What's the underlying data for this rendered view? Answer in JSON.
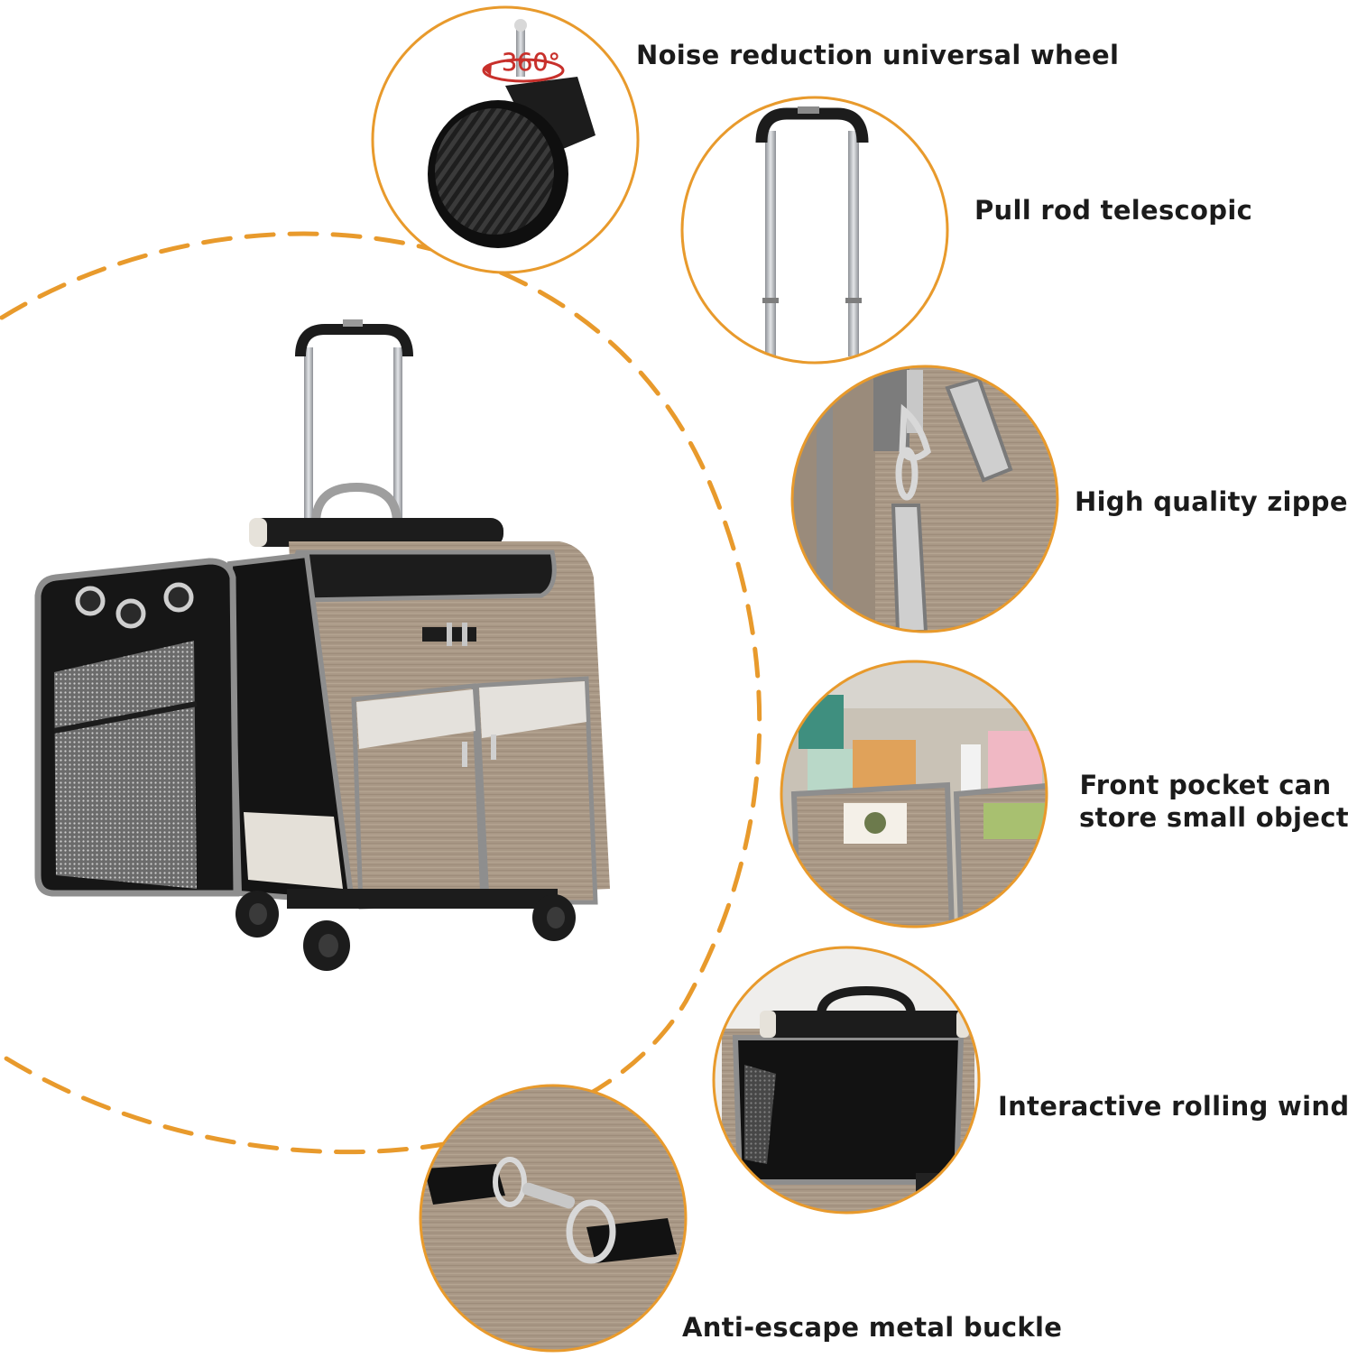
{
  "colors": {
    "accent": "#e89a2c",
    "background": "#ffffff",
    "fabric": "#a99886",
    "fabric_light": "#c4b5a4",
    "black": "#1c1c1c",
    "metal": "#b9bcc0",
    "grey_trim": "#8e8e8e"
  },
  "badge": {
    "rotation": "360°"
  },
  "features": {
    "wheel": {
      "label": "Noise reduction universal wheel"
    },
    "rod": {
      "label": "Pull rod telescopic"
    },
    "zipper": {
      "label": "High quality zipper"
    },
    "pocket": {
      "line1": "Front pocket can",
      "line2": "store small objects"
    },
    "window": {
      "label": "Interactive rolling window"
    },
    "buckle": {
      "label": "Anti-escape metal buckle"
    }
  }
}
